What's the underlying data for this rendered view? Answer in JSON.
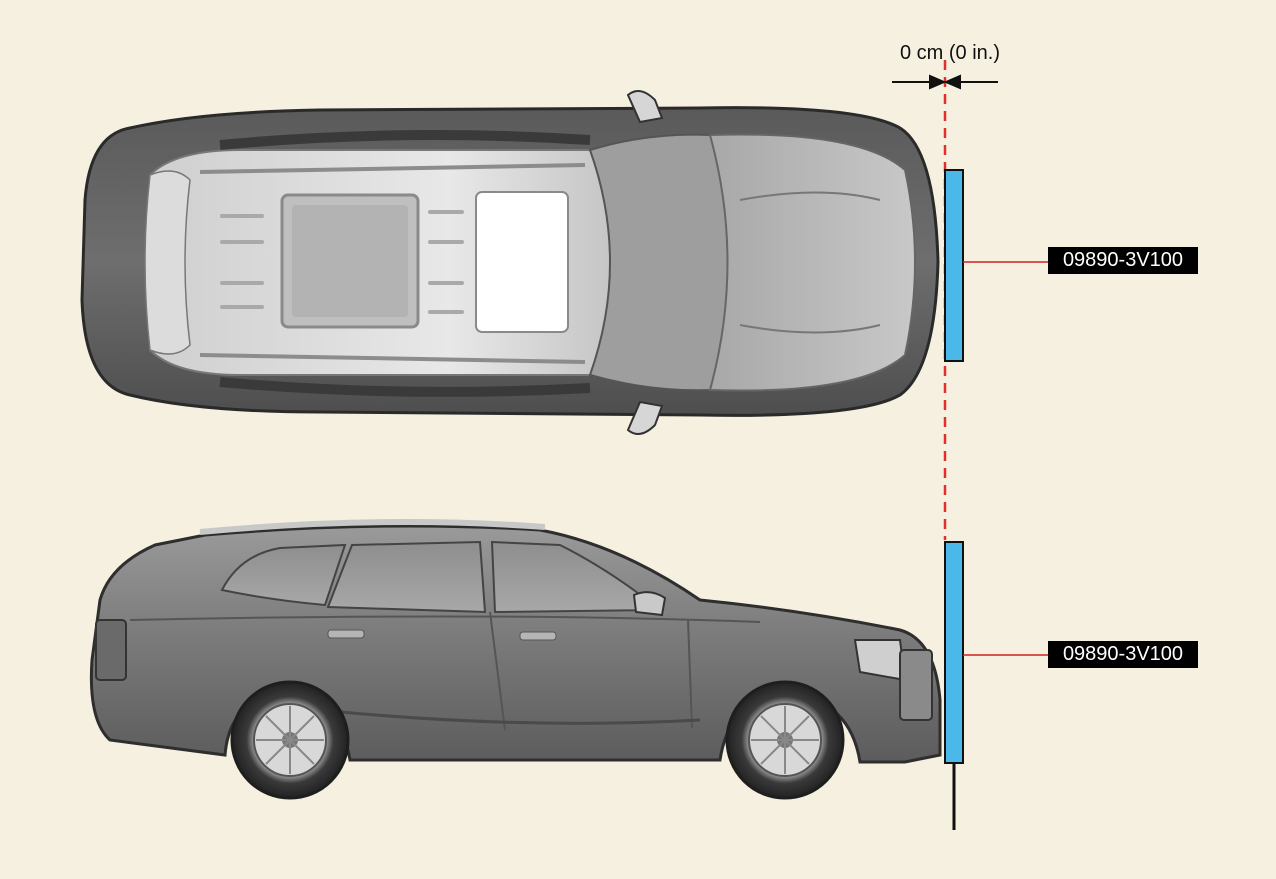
{
  "dimension": {
    "text": "0 cm (0 in.)"
  },
  "labels": {
    "top_view_tool": "09890-3V100",
    "side_view_tool": "09890-3V100"
  },
  "colors": {
    "background": "#f5f0df",
    "reflector": "#4ab8e8",
    "guide_line": "#e03030",
    "leader_line": "#d02020",
    "label_bg": "#000000",
    "label_text": "#ffffff"
  }
}
